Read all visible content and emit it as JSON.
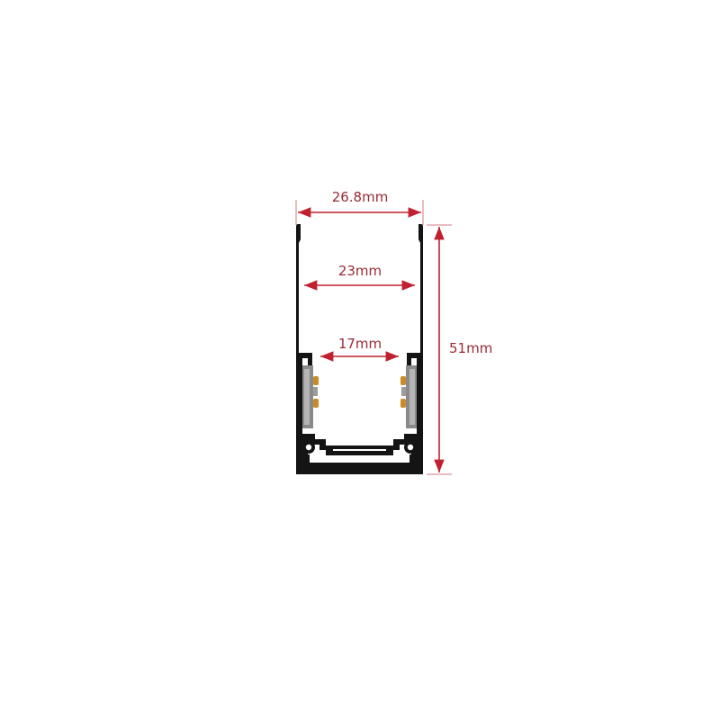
{
  "dimensions": {
    "outer_width": "26.8mm",
    "inner_width": "23mm",
    "channel_width": "17mm",
    "height": "51mm"
  },
  "colors": {
    "dimension": "#c0202f",
    "dimension_text": "#9a2a35",
    "extension_line": "#d37a83",
    "profile": "#141414",
    "insert": "#8a8a8a",
    "insert_light": "#b5b5b5",
    "contact": "#c98a2a",
    "background": "#ffffff"
  }
}
